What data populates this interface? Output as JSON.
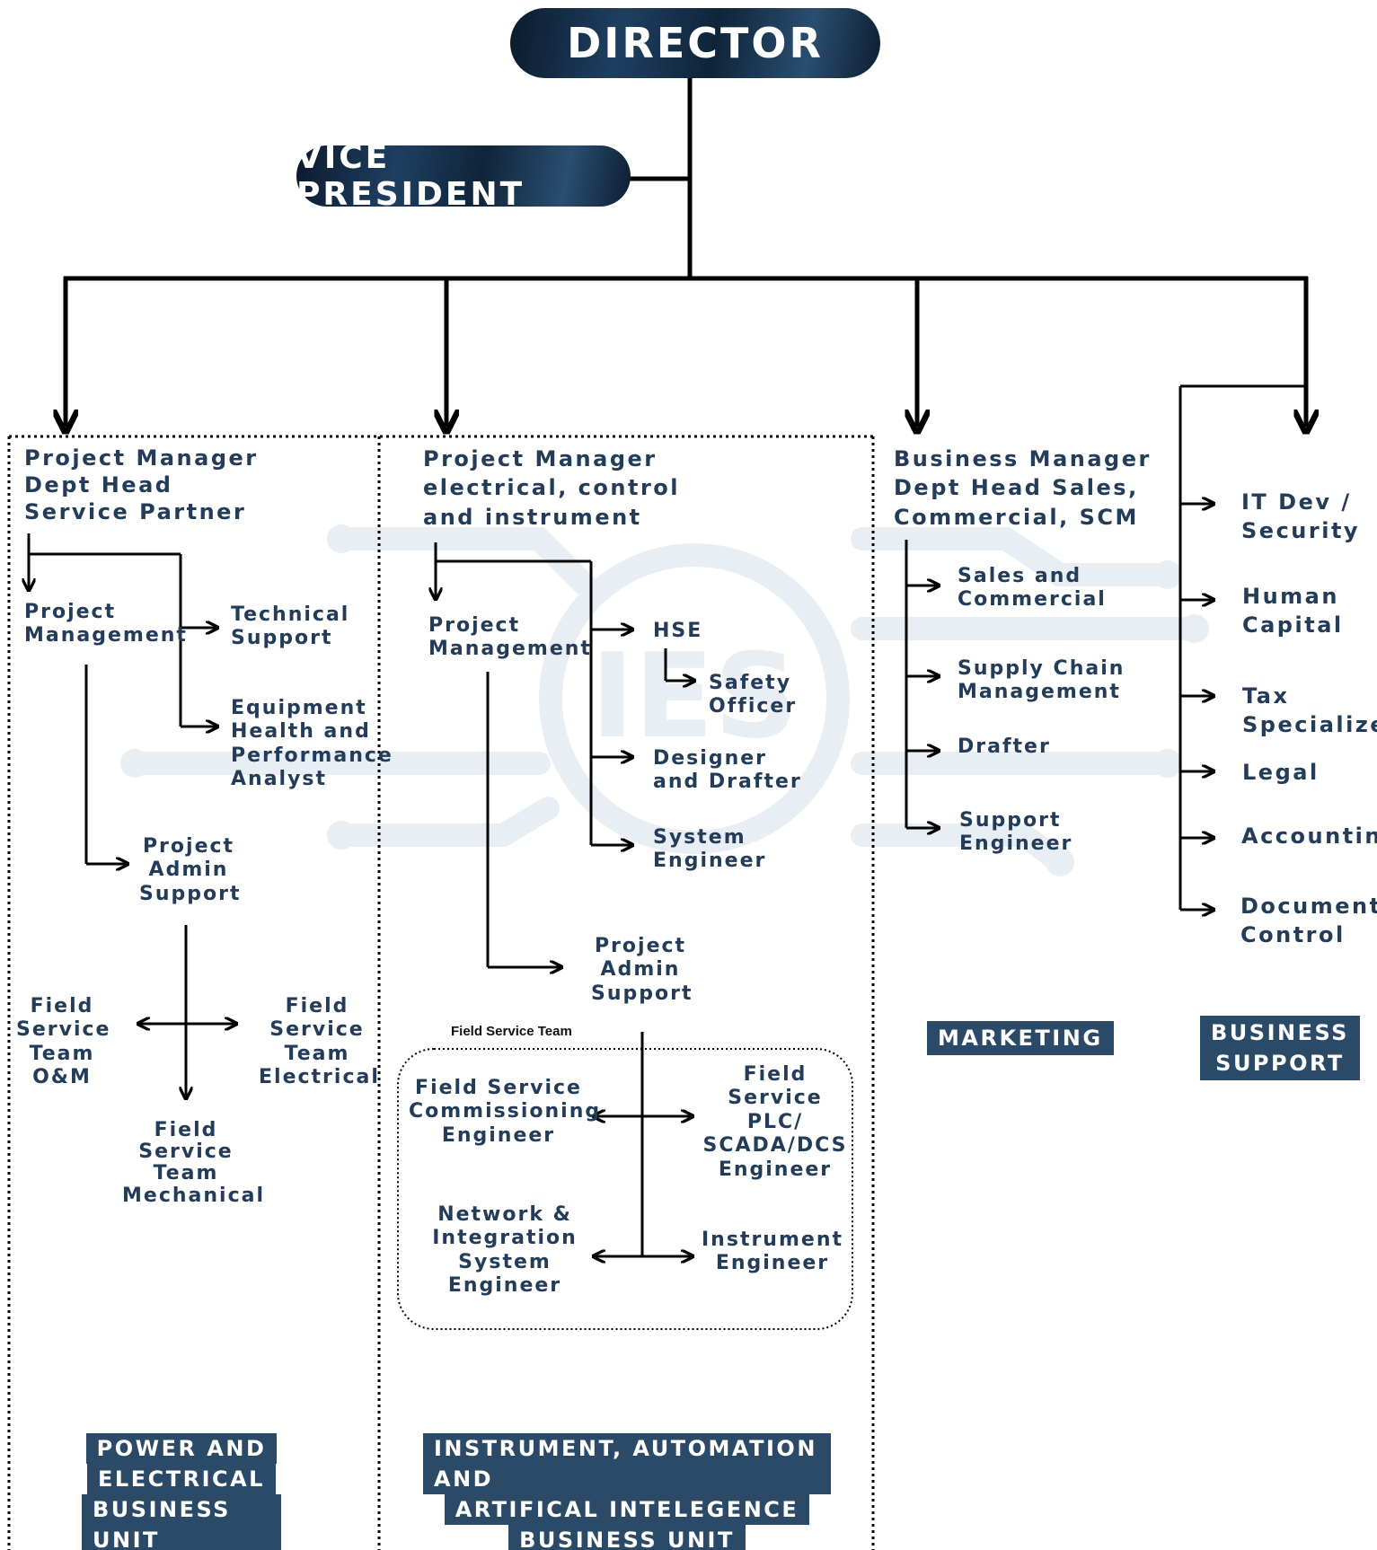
{
  "top": {
    "director": "DIRECTOR",
    "vice_president": "VICE PRESIDENT"
  },
  "col1": {
    "head": "Project Manager\nDept Head\nService Partner",
    "project_management": "Project\nManagement",
    "technical_support": "Technical\nSupport",
    "equipment": "Equipment\nHealth and\nPerformance\nAnalyst",
    "project_admin": "Project\nAdmin\nSupport",
    "fst_om": "Field\nService\nTeam\nO&M",
    "fst_electrical": "Field\nService\nTeam\nElectrical",
    "fst_mechanical": "Field\nService\nTeam\nMechanical",
    "unit_lines": [
      "POWER AND",
      "ELECTRICAL",
      "BUSINESS UNIT"
    ]
  },
  "col2": {
    "head": "Project Manager\nelectrical, control\nand instrument",
    "project_management": "Project\nManagement",
    "hse": "HSE",
    "safety_officer": "Safety\nOfficer",
    "designer": "Designer\nand Drafter",
    "system_engineer": "System\nEngineer",
    "project_admin": "Project\nAdmin\nSupport",
    "field_service_team_label": "Field Service Team",
    "commissioning": "Field Service\nCommissioning\nEngineer",
    "plc": "Field\nService PLC/\nSCADA/DCS\nEngineer",
    "network": "Network &\nIntegration\nSystem\nEngineer",
    "instrument": "Instrument\nEngineer",
    "unit_lines": [
      "INSTRUMENT, AUTOMATION AND",
      "ARTIFICAL INTELEGENCE",
      "BUSINESS UNIT"
    ]
  },
  "col3": {
    "head": "Business Manager\nDept Head Sales,\nCommercial, SCM",
    "sales": "Sales and\nCommercial",
    "supply_chain": "Supply Chain\nManagement",
    "drafter": "Drafter",
    "support_engineer": "Support\nEngineer",
    "unit": "MARKETING"
  },
  "col4": {
    "it": "IT Dev /\nSecurity",
    "human_capital": "Human\nCapital",
    "tax": "Tax\nSpecialize",
    "legal": "Legal",
    "accounting": "Accounting",
    "document_control": "Document\nControl",
    "unit": "BUSINESS\nSUPPORT"
  },
  "colors": {
    "text": "#223c59",
    "badge": "#2b4a67",
    "line": "#000000",
    "watermark": "#e7edf3",
    "pill_dark": "#0b1a2c"
  },
  "icons": {
    "watermark": "ies-circuit-logo-watermark"
  }
}
